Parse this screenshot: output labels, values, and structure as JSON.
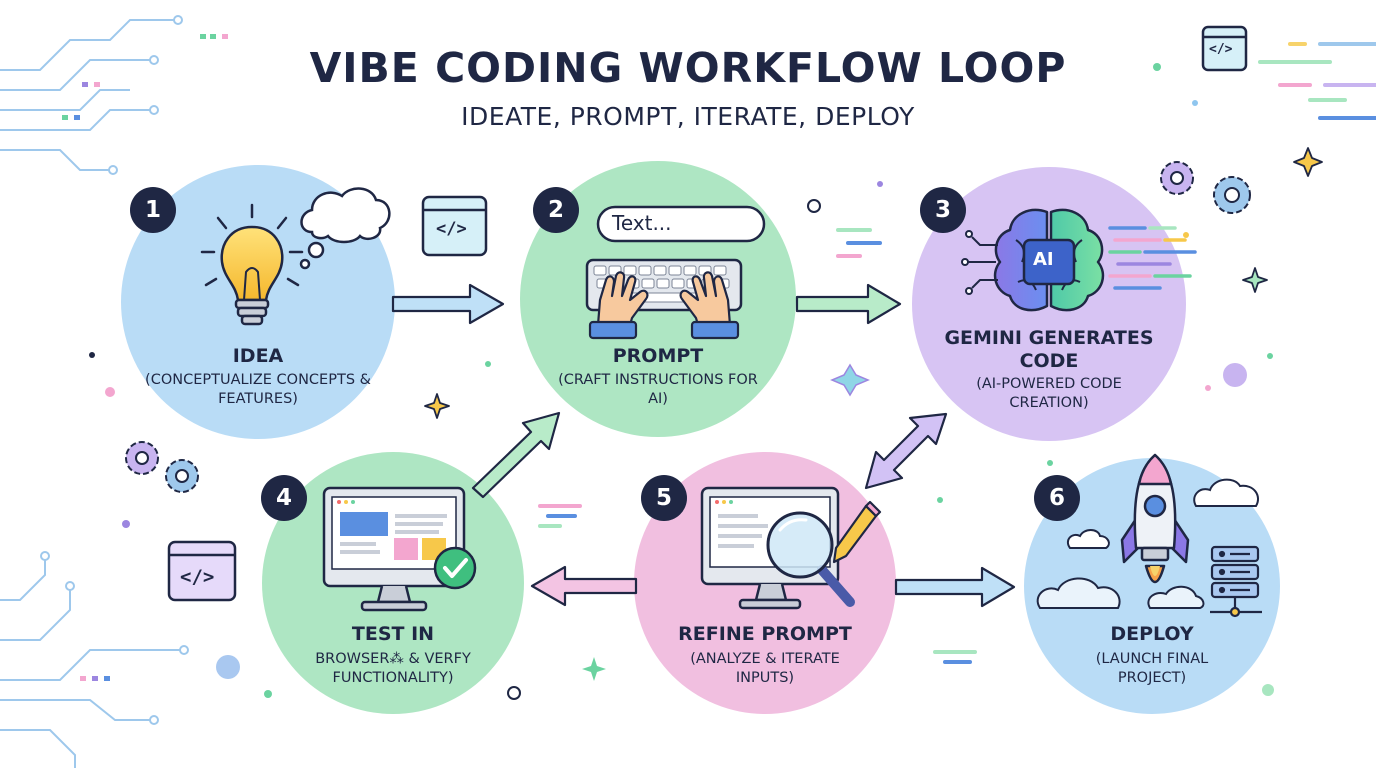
{
  "title": "VIBE CODING WORKFLOW LOOP",
  "subtitle": "IDEATE, PROMPT, ITERATE, DEPLOY",
  "code_tag": "</>",
  "prompt_box_text": "Text...",
  "ai_chip_text": "AI",
  "steps": [
    {
      "number": "1",
      "label": "IDEA",
      "description": "(CONCEPTUALIZE CONCEPTS & FEATURES)",
      "color": "#b9dcf6"
    },
    {
      "number": "2",
      "label": "PROMPT",
      "description": "(CRAFT INSTRUCTIONS FOR AI)",
      "color": "#aee6c3"
    },
    {
      "number": "3",
      "label": "GEMINI GENERATES CODE",
      "description": "(AI-POWERED CODE CREATION)",
      "color": "#d7c4f3"
    },
    {
      "number": "4",
      "label": "TEST IN",
      "description": "BROWSER⁂ & VERFY FUNCTIONALITY)",
      "color": "#aee6c3"
    },
    {
      "number": "5",
      "label": "REFINE PROMPT",
      "description": "(ANALYZE & ITERATE INPUTS)",
      "color": "#f1bfe0"
    },
    {
      "number": "6",
      "label": "DEPLOY",
      "description": "(LAUNCH FINAL PROJECT)",
      "color": "#b9dcf6"
    }
  ],
  "colors": {
    "navy": "#1f2744",
    "arrow_blue": "#bfe0f7",
    "arrow_green": "#b8ebc9",
    "arrow_purple": "#d2c2f5",
    "arrow_pink": "#f3c4e3",
    "accent_yellow": "#f7c84a",
    "accent_purple": "#8c6fd6",
    "check_green": "#3fbf7f"
  },
  "icons": [
    "lightbulb-icon",
    "thought-cloud-icon",
    "keyboard-icon",
    "hands-icon",
    "ai-brain-icon",
    "monitor-icon",
    "checkmark-icon",
    "magnifier-icon",
    "pencil-icon",
    "rocket-icon",
    "server-icon",
    "cloud-icon",
    "gear-icon",
    "sparkle-icon",
    "code-window-icon",
    "circuit-lines-icon"
  ]
}
